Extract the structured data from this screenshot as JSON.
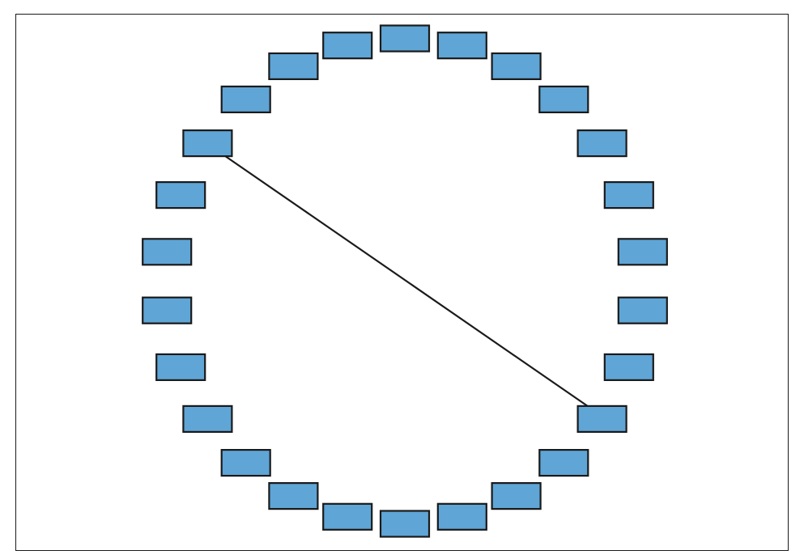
{
  "diagram": {
    "type": "ring-of-nodes",
    "node_count": 26,
    "node_color": "#5fa5d6",
    "border_color": "#1a1a1a",
    "background_color": "#ffffff",
    "nodes": [
      {
        "id": 0
      },
      {
        "id": 1
      },
      {
        "id": 2
      },
      {
        "id": 3
      },
      {
        "id": 4
      },
      {
        "id": 5
      },
      {
        "id": 6
      },
      {
        "id": 7
      },
      {
        "id": 8
      },
      {
        "id": 9
      },
      {
        "id": 10
      },
      {
        "id": 11
      },
      {
        "id": 12
      },
      {
        "id": 13
      },
      {
        "id": 14
      },
      {
        "id": 15
      },
      {
        "id": 16
      },
      {
        "id": 17
      },
      {
        "id": 18
      },
      {
        "id": 19
      },
      {
        "id": 20
      },
      {
        "id": 21
      },
      {
        "id": 22
      },
      {
        "id": 23
      },
      {
        "id": 24
      },
      {
        "id": 25
      }
    ],
    "edges": [
      {
        "from": 22,
        "to": 9
      }
    ]
  }
}
